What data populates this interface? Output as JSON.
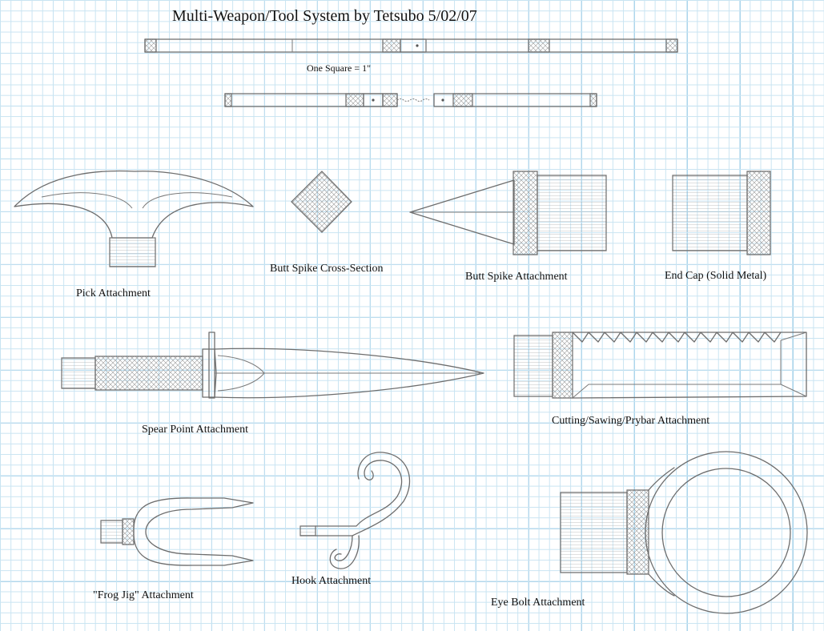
{
  "title": "Multi-Weapon/Tool System by Tetsubo 5/02/07",
  "scale_note": "One Square = 1\"",
  "labels": {
    "pick": "Pick Attachment",
    "butt_spike_cross_section": "Butt Spike Cross-Section",
    "butt_spike": "Butt Spike Attachment",
    "end_cap": "End Cap (Solid Metal)",
    "spear_point": "Spear Point Attachment",
    "cutting": "Cutting/Sawing/Prybar Attachment",
    "frog_jig": "\"Frog Jig\" Attachment",
    "hook": "Hook Attachment",
    "eye_bolt": "Eye Bolt Attachment"
  },
  "colors": {
    "grid_minor": "#c9e4f2",
    "grid_major": "#a7d2ea",
    "pencil": "#6d6d6d",
    "paper": "#ffffff"
  }
}
